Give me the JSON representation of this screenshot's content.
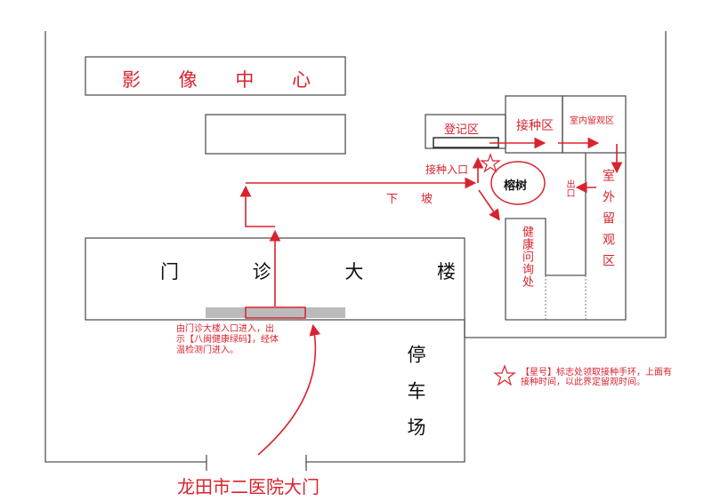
{
  "buildings": {
    "imaging_center": "影 像 中 心",
    "outpatient_building": "门 诊 大 楼",
    "parking": "停车场",
    "registration": "登记区",
    "vaccination": "接种区",
    "indoor_observation": "室内留观区",
    "outdoor_observation": "室外留观区",
    "health_inquiry": "健康问询处",
    "banyan_tree": "榕树",
    "exit": "出口"
  },
  "labels": {
    "downhill": "下　　坡",
    "vaccination_entrance": "接种入口",
    "main_gate": "龙田市二医院大门",
    "entry_note": "由门诊大楼入口进入，出示【八闽健康绿码】，经体温检测门进入。",
    "star_note": "【星号】标志处领取接种手环，上面有接种时间，以此界定留观时间。"
  },
  "colors": {
    "route": "#d9232e",
    "wall": "#555555",
    "gate_bar": "#bbbbbb"
  }
}
